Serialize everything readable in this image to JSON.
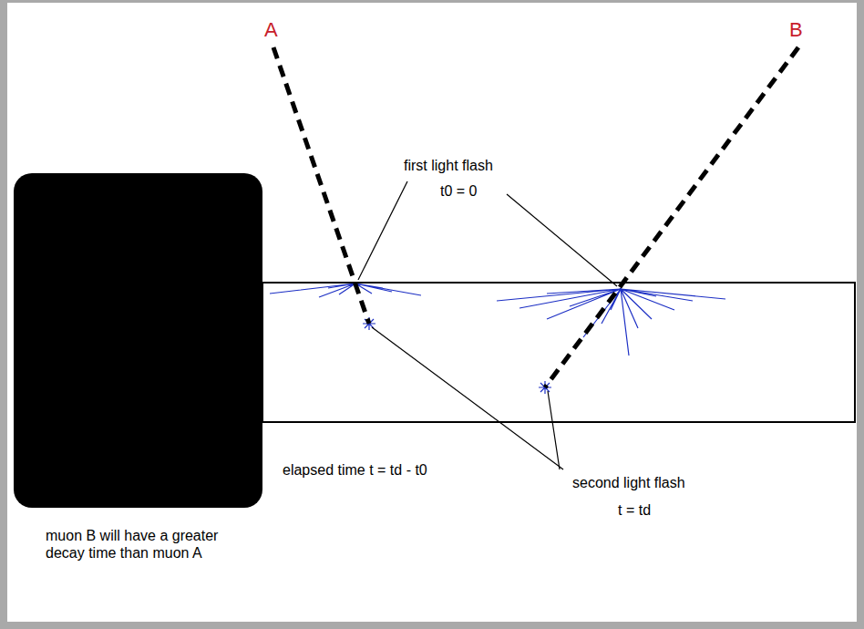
{
  "diagram": {
    "labels": [
      "A",
      "B",
      "first light flash",
      "t0 = 0",
      "elapsed time t = td - t0",
      "second light flash",
      "t = td",
      "muon B will have a greater decay time than muon A"
    ]
  }
}
